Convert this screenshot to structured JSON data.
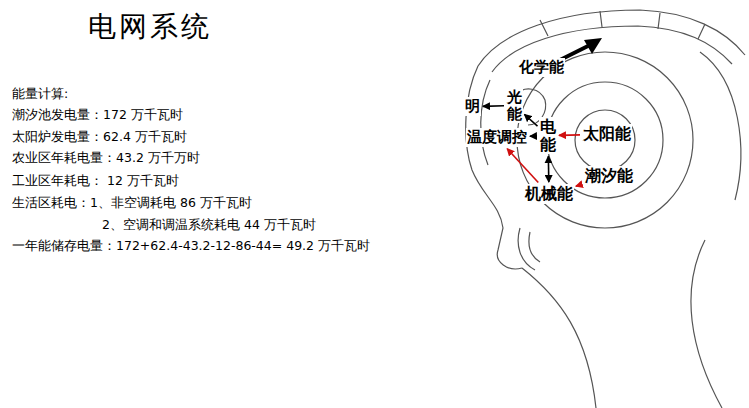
{
  "diagram": {
    "title": "电网系统",
    "nodes": [
      {
        "text": [
          "化学能"
        ]
      },
      {
        "text": [
          "光能"
        ]
      },
      {
        "text": [
          "明"
        ]
      },
      {
        "text": [
          "温度调控"
        ]
      },
      {
        "text": [
          "电能"
        ]
      },
      {
        "text": [
          "太阳能"
        ]
      },
      {
        "text": [
          "潮汐能"
        ]
      },
      {
        "text": [
          "机械能"
        ]
      }
    ],
    "edges": [
      {
        "from": 4,
        "to": 1,
        "arrow": "to"
      },
      {
        "from": 1,
        "to": 2,
        "arrow": "to"
      },
      {
        "from": 5,
        "to": 4,
        "arrow": "to"
      },
      {
        "from": 4,
        "to": 7,
        "arrow": "both"
      },
      {
        "from": 6,
        "to": 7,
        "arrow": "to"
      },
      {
        "from": 7,
        "to": 3,
        "arrow": "to"
      },
      {
        "from": 4,
        "to": 3,
        "arrow": "to"
      }
    ],
    "labels": [
      "能量计算:",
      "潮汐池发电量：172 万千瓦时",
      "太阳炉发电量：62.4 万千瓦时",
      "农业区年耗电量：43.2 万千万时",
      "工业区年耗电： 12 万千瓦时",
      "生活区耗电：1、非空调耗电 86 万千瓦时",
      "2、空调和调温系统耗电 44 万千瓦时",
      "一年能储存电量：172+62.4-43.2-12-86-44= 49.2 万千瓦时"
    ]
  }
}
